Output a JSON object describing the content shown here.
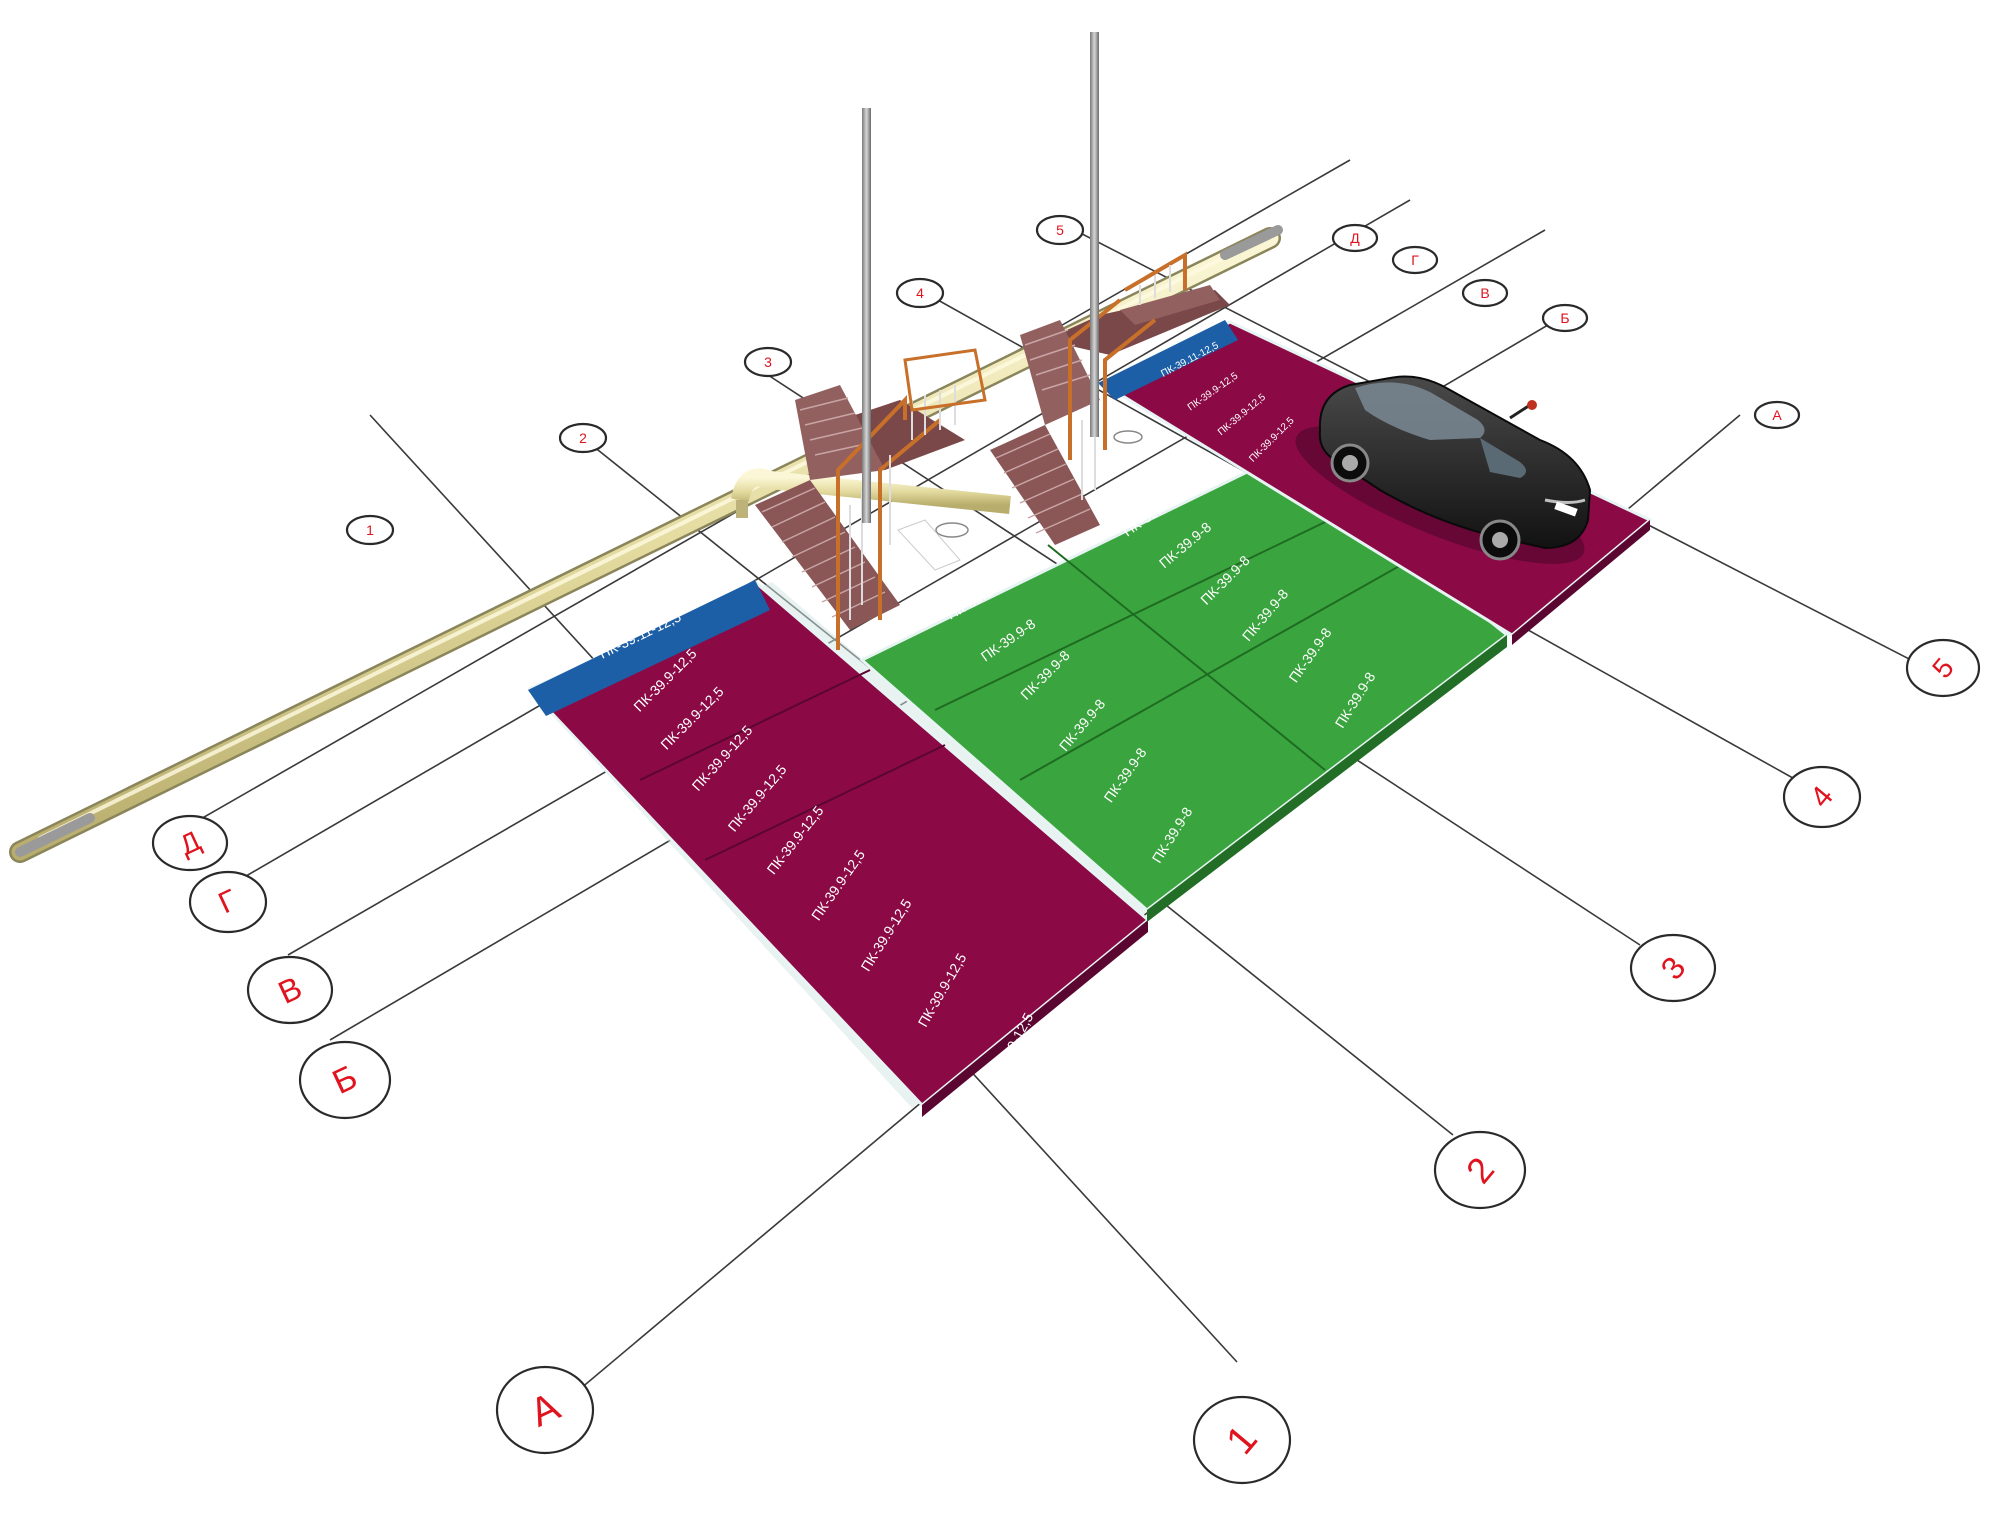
{
  "axes": {
    "letters": [
      "А",
      "Б",
      "В",
      "Г",
      "Д"
    ],
    "numbers": [
      "1",
      "2",
      "3",
      "4",
      "5"
    ]
  },
  "slab_types": {
    "extended": "ПК-39.11-12,5",
    "heavy": "ПК-39.9-12,5",
    "light": "ПК-39.9-8"
  },
  "colors": {
    "heavy_slab": "#8b0a45",
    "light_slab": "#3aa53e",
    "extended_slab": "#1c5fa6",
    "bubble_text": "#e0141e",
    "gas_pipe": "#e8e0a8",
    "stair_brick": "#8a5656",
    "railing": "#c8702a"
  },
  "objects": [
    "car-icon",
    "staircase-icon",
    "gas-pipe-icon",
    "mast-icon",
    "washbasin-icon"
  ]
}
